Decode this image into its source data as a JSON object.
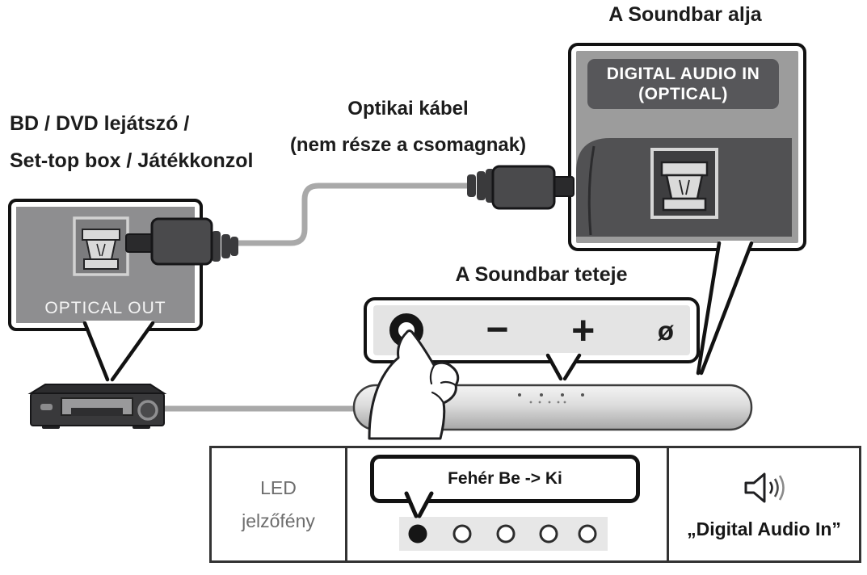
{
  "diagram": {
    "soundbar_bottom_label": "A Soundbar alja",
    "source_device_label_line1": "BD / DVD lejátszó /",
    "source_device_label_line2": "Set-top box / Játékkonzol",
    "optical_cable_label_line1": "Optikai kábel",
    "optical_cable_label_line2": "(nem része a csomagnak)",
    "soundbar_top_label": "A Soundbar teteje",
    "digital_audio_in_line1": "DIGITAL AUDIO IN",
    "digital_audio_in_line2": "(OPTICAL)",
    "optical_out_label": "OPTICAL OUT"
  },
  "control_panel": {
    "buttons": [
      {
        "name": "multi-function",
        "glyph": ""
      },
      {
        "name": "volume-down",
        "glyph": "−"
      },
      {
        "name": "volume-up",
        "glyph": "+"
      },
      {
        "name": "power",
        "glyph": "ø"
      }
    ]
  },
  "status_table": {
    "row_label_line1": "LED",
    "row_label_line2": "jelzőfény",
    "led_callout": "Fehér Be -> Ki",
    "led_states": [
      "on",
      "off",
      "off",
      "off",
      "off"
    ],
    "source_mode": "„Digital Audio In”",
    "icon": "speaker-with-sound-waves-icon"
  },
  "colors": {
    "panel_grey": "#9c9c9c",
    "badge_grey": "#57575a",
    "box_grey": "#8e8e90",
    "connector_dark": "#4a4a4c",
    "cable_grey": "#a9a9a9",
    "inset_grey": "#e4e4e4",
    "led_strip_grey": "#e7e7e7",
    "text_dark": "#1c1c1c",
    "text_muted": "#6d6d6d"
  }
}
